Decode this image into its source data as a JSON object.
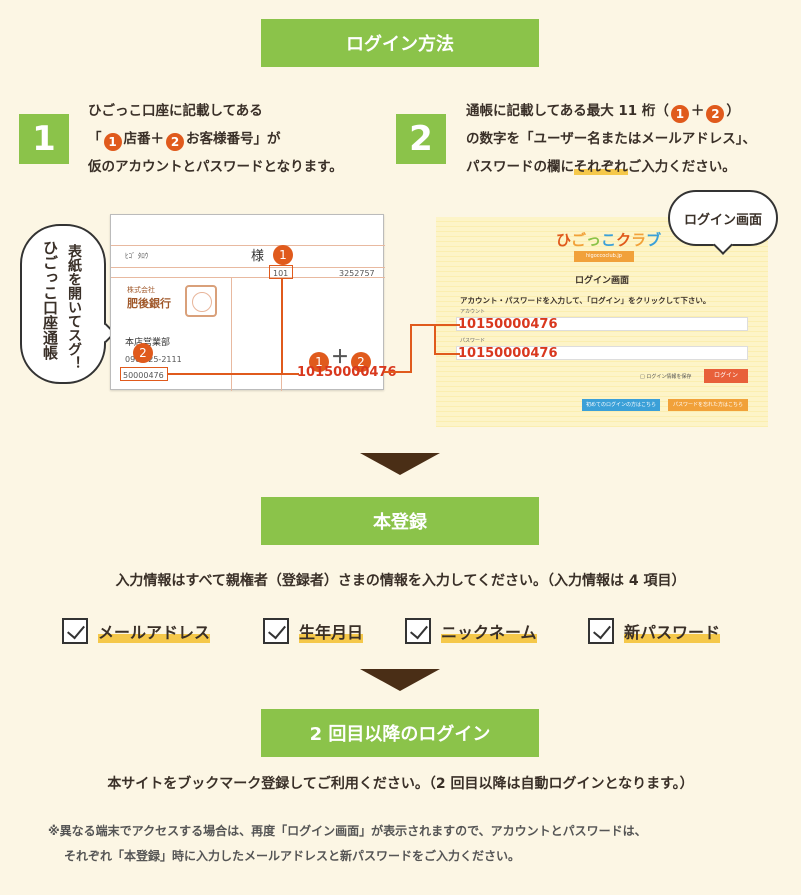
{
  "section1": {
    "title": "ログイン方法"
  },
  "step1": {
    "number": "1",
    "line1": "ひごっこ口座に記載してある",
    "line2_open": "「",
    "circle1": "1",
    "line2_mid": "店番＋",
    "circle2": "2",
    "line2_end": "お客様番号」が",
    "line3": "仮のアカウントとパスワードとなります。"
  },
  "step2": {
    "number": "2",
    "line1_pre": "通帳に記載してある最大 11 桁（",
    "circle1": "1",
    "plus": "＋",
    "circle2": "2",
    "line1_end": "）",
    "line2": "の数字を「ユーザー名またはメールアドレス」、",
    "line3_pre": "パスワードの欄に",
    "line3_hl": "それぞれ",
    "line3_end": "ご入力ください。"
  },
  "passbook": {
    "name_small": "ﾋｺﾞ ﾀﾛｳ",
    "sama": "様",
    "branch_no": "101",
    "account_no": "3252757",
    "bank_sub": "株式会社",
    "bank_name": "肥後銀行",
    "dept": "本店営業部",
    "phone": "096-325-2111",
    "boxed_no": "50000476",
    "marker1": "1",
    "marker2": "2",
    "combined": "10150000476"
  },
  "bubble_left": {
    "col1": "表紙を開いてスグ！",
    "col2": "ひごっこ口座通帳"
  },
  "login_screen": {
    "logo": "ひごっこクラブ",
    "url": "higoccoclub.jp",
    "title": "ログイン画面",
    "instruction": "アカウント・パスワードを入力して、「ログイン」をクリックして下さい。",
    "account_label": "アカウント",
    "account_value": "10150000476",
    "password_label": "パスワード",
    "password_value": "10150000476",
    "save_label": "□ ログイン情報を保存",
    "login_button": "ログイン",
    "first_time_button": "初めてのログインの方はこちら",
    "forgot_button": "パスワードを忘れた方はこちら"
  },
  "bubble_right": "ログイン画面",
  "section2": {
    "title": "本登録",
    "description": "入力情報はすべて親権者（登録者）さまの情報を入力してください。（入力情報は 4 項目）",
    "checklist": [
      "メールアドレス",
      "生年月日",
      "ニックネーム",
      "新パスワード"
    ]
  },
  "section3": {
    "title": "2 回目以降のログイン",
    "description": "本サイトをブックマーク登録してご利用ください。（2 回目以降は自動ログインとなります。）",
    "note_line1": "※異なる端末でアクセスする場合は、再度「ログイン画面」が表示されますので、アカウントとパスワードは、",
    "note_line2": "それぞれ「本登録」時に入力したメールアドレスと新パスワードをご入力ください。"
  },
  "colors": {
    "green": "#8bc34a",
    "orange_red": "#e05a1c",
    "highlight": "#f5c84a",
    "arrow": "#4a2e16",
    "background": "#fcf6e4"
  }
}
